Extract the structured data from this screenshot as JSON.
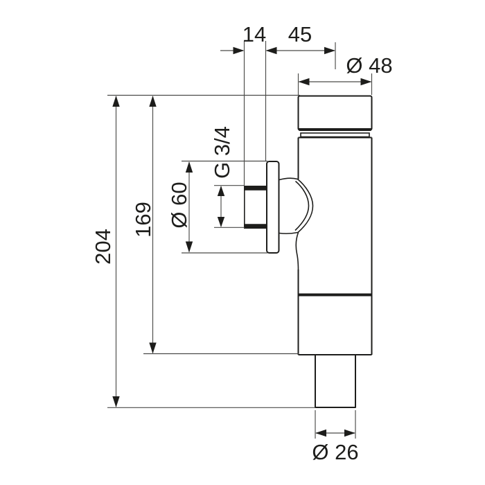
{
  "drawing": {
    "kind": "technical-dimension-drawing",
    "subject": "flush-valve-side-elevation",
    "units": "mm",
    "line_color": "#1d1d1b",
    "background_color": "#ffffff",
    "labels": {
      "overall_height": "204",
      "body_height": "169",
      "rosette_diameter": "Ø 60",
      "inlet_thread": "G 3/4",
      "thread_projection": "14",
      "wall_to_axis": "45",
      "body_diameter": "Ø 48",
      "outlet_diameter": "Ø 26"
    }
  }
}
